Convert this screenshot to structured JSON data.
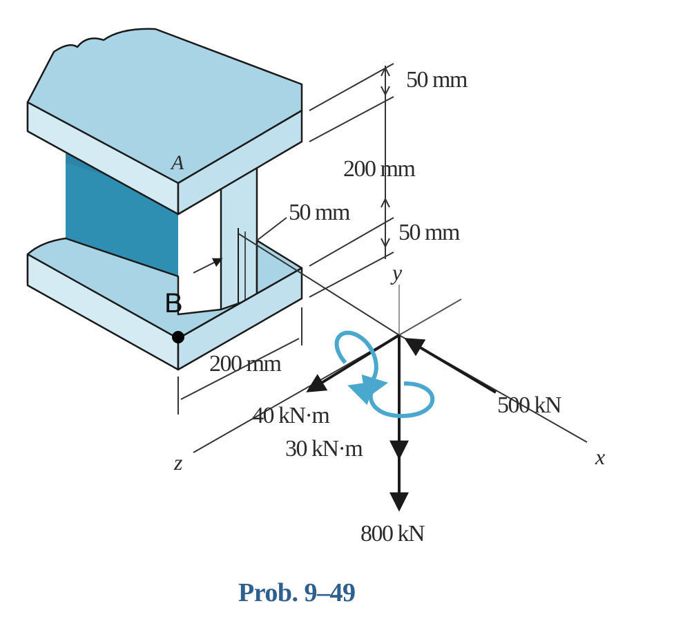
{
  "figure": {
    "caption": "Prob. 9–49",
    "points": {
      "a": "A",
      "b": "B"
    },
    "axes": {
      "x": "x",
      "y": "y",
      "z": "z"
    },
    "dimensions": {
      "top_flange": "50 mm",
      "web_height": "200 mm",
      "web_thickness": "50 mm",
      "bottom_flange": "50 mm",
      "flange_width": "200 mm"
    },
    "loads": {
      "moment_z": "40 kN·m",
      "moment_y": "30 kN·m",
      "axial": "800 kN",
      "shear_x": "500 kN"
    }
  },
  "colors": {
    "flange_top": "#a9d4e6",
    "flange_side": "#cfe8f2",
    "web_dark": "#2f8fb3",
    "web_face": "#c5e3ef",
    "moment_arrow": "#4aa8cf",
    "caption": "#2f5f8f"
  }
}
